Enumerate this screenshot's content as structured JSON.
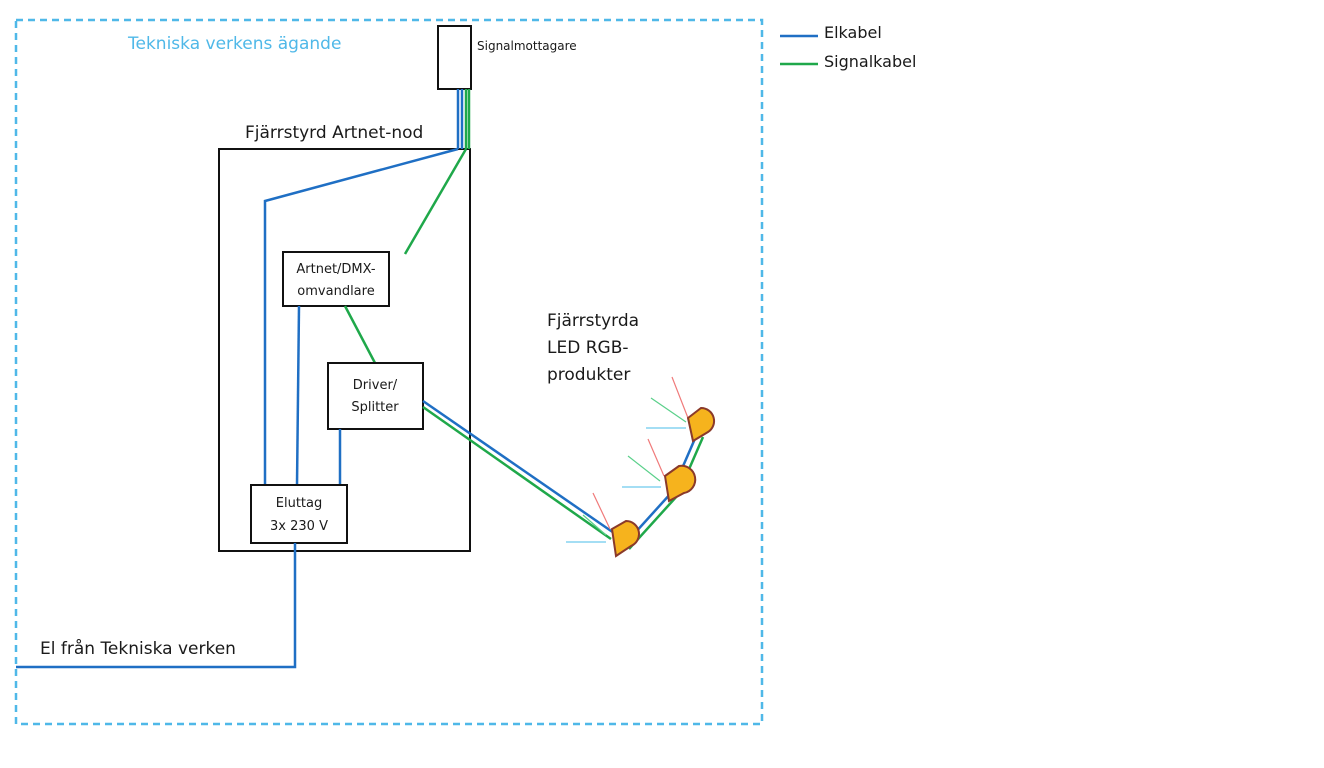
{
  "title": "",
  "region_label": "Tekniska verkens ägande",
  "node_label": "Fjärrstyrd Artnet-nod",
  "receiver_label": "Signalmottagare",
  "converter_label": [
    "Artnet/DMX-",
    "omvandlare"
  ],
  "driver_label": [
    "Driver/",
    "Splitter"
  ],
  "outlet_label": [
    "Eluttag",
    "3x 230 V"
  ],
  "power_source_label": "El från Tekniska verken",
  "led_label": [
    "Fjärrstyrda",
    "LED RGB-",
    "produkter"
  ],
  "legend": [
    {
      "label": "Elkabel",
      "color": "#1f6fc4"
    },
    {
      "label": "Signalkabel",
      "color": "#1fa84a"
    }
  ],
  "colors": {
    "power_cable": "#1f6fc4",
    "signal_cable": "#1fa84a",
    "region_border": "#4fb8e8",
    "led_fill": "#f6b31d",
    "led_outline": "#8a3a2a"
  }
}
